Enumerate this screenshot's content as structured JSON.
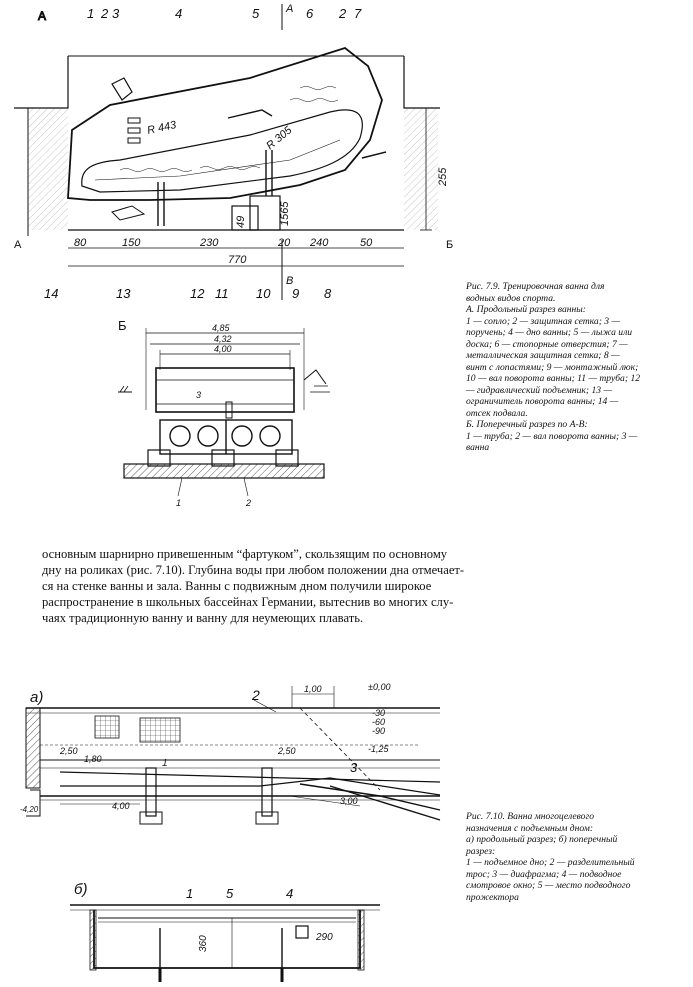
{
  "figure_a": {
    "view_label": "А",
    "section_marks": [
      "А",
      "Б"
    ],
    "arrow_marks": [
      "А",
      "В"
    ],
    "callouts_top": [
      "1",
      "2",
      "3",
      "4",
      "5",
      "6",
      "2",
      "7"
    ],
    "callouts_bottom": [
      "14",
      "13",
      "12",
      "11",
      "10",
      "9",
      "8"
    ],
    "radius_labels": [
      "R 443",
      "R 305"
    ],
    "dims_bottom": [
      "80",
      "150",
      "230",
      "20",
      "240",
      "50"
    ],
    "dim_total": "770",
    "dim_height": "255",
    "dim_inner": [
      "49",
      "1565"
    ]
  },
  "figure_b": {
    "view_label": "Б",
    "dims": [
      "4,85",
      "4,32",
      "4,00"
    ],
    "callouts": [
      "3",
      "1",
      "2"
    ]
  },
  "caption_79": [
    "Рис. 7.9. Тренировочная ванна для",
    "водных видов спорта.",
    "А. Продольный разрез ванны:",
    "1 — сопло; 2 — защитная сетка; 3 —",
    "поручень; 4 — дно ванны; 5 — лыжа или",
    "доска; 6 — стопорные отверстия; 7 —",
    "металлическая защитная сетка; 8 —",
    "винт с лопастями; 9 — монтажный люк;",
    "10 — вал поворота ванны; 11 — труба; 12",
    "— гидравлический подъемник; 13 —",
    "ограничитель поворота ванны; 14 —",
    "отсек подвала.",
    "Б. Поперечный разрез по А-В:",
    "1 — труба; 2 — вал поворота ванны; 3 —",
    "ванна"
  ],
  "body_text": [
    "основным шарнирно привешенным “фартуком”, скользящим по основному",
    "дну на роликах (рис. 7.10). Глубина воды при любом положении дна отмечает-",
    "ся на стенке ванны и зала. Ванны с подвижным дном получили широкое",
    "распространение в школьных бассейнах Германии, вытеснив во многих слу-",
    "чаях традиционную ванну и ванну для неумеющих плавать."
  ],
  "figure_710a": {
    "view_label": "а)",
    "callouts": [
      "2",
      "1",
      "3"
    ],
    "level_top": "±0,00",
    "dim_width": "1,00",
    "levels": [
      "-30",
      "-60",
      "-90",
      "-1,25"
    ],
    "dims_left": [
      "2,50",
      "1,80"
    ],
    "dim_mid": "2,50",
    "dim_bottom": [
      "4,00",
      "3,00"
    ],
    "level_bottom": "-4,20"
  },
  "figure_710b": {
    "view_label": "б)",
    "callouts": [
      "1",
      "5",
      "4"
    ],
    "dims": [
      "360",
      "290"
    ]
  },
  "caption_710": [
    "Рис. 7.10. Ванна многоцелевого",
    "назначения с подъемным дном:",
    "а) продольный разрез; б) поперечный",
    "разрез:",
    "1 — подъемное дно; 2 — разделительный",
    "трос; 3 — диафрагма; 4 — подводное",
    "смотровое окно; 5 — место подводного",
    "прожектора"
  ]
}
